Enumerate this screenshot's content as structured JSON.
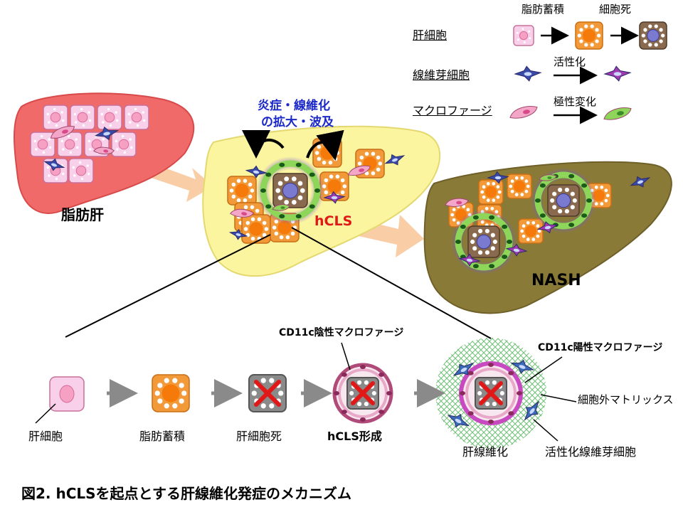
{
  "legend": {
    "hepatocyte": "肝細胞",
    "fibroblast": "線維芽細胞",
    "macrophage": "マクロファージ",
    "fat_accumulation": "脂肪蓄積",
    "cell_death": "細胞死",
    "activation": "活性化",
    "polarization": "極性変化"
  },
  "top": {
    "inflammation_line1": "炎症・線維化",
    "inflammation_line2": "の拡大・波及",
    "fatty_liver": "脂肪肝",
    "hcls": "hCLS",
    "nash": "NASH"
  },
  "bottom": {
    "cd11c_negative": "CD11c陰性マクロファージ",
    "cd11c_positive": "CD11c陽性マクロファージ",
    "extracellular_matrix": "細胞外マトリックス",
    "step_hepatocyte": "肝細胞",
    "step_fat": "脂肪蓄積",
    "step_death": "肝細胞死",
    "step_hcls": "hCLS形成",
    "step_fibrosis": "肝線維化",
    "step_activated_fibroblast": "活性化線維芽細胞"
  },
  "caption": "図2. hCLSを起点とする肝線維化発症のメカニズム",
  "colors": {
    "fatty_liver": "#f06a6a",
    "mid_liver": "#fbf5a0",
    "nash_liver": "#8a7a38",
    "hepatocyte": "#f9d0ea",
    "fatty_cell": "#f29a3a",
    "dead_cell": "#8a6a4e",
    "green": "#8ed65a",
    "macrophage": "#f4a6c8",
    "arrow_peach": "#f8c99c",
    "blue_text": "#1a28c8",
    "red_text": "#e01818"
  }
}
